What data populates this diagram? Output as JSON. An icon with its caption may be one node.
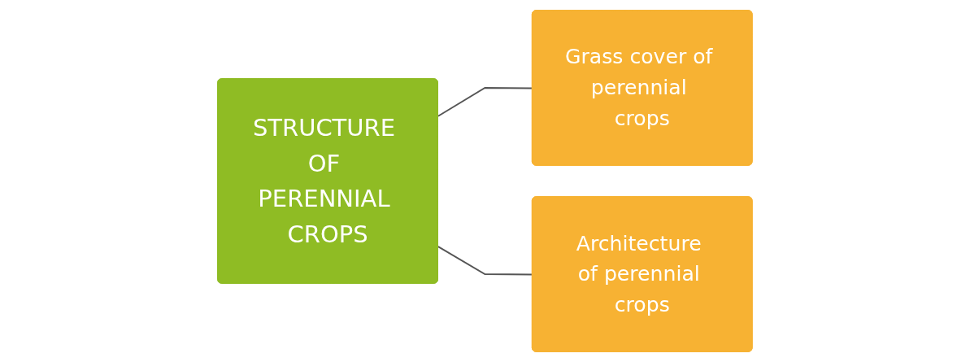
{
  "diagram": {
    "nodes": [
      {
        "text": [
          "STRUCTURE OF PERENNIAL CROPS"
        ]
      },
      {
        "text": [
          "Grass cover of perennial crops"
        ]
      },
      {
        "text": [
          "Architecture of perennial crops"
        ]
      }
    ],
    "edges": [
      {
        "from": 0,
        "to": 1,
        "arrow": "none"
      },
      {
        "from": 0,
        "to": 2,
        "arrow": "none"
      }
    ]
  }
}
